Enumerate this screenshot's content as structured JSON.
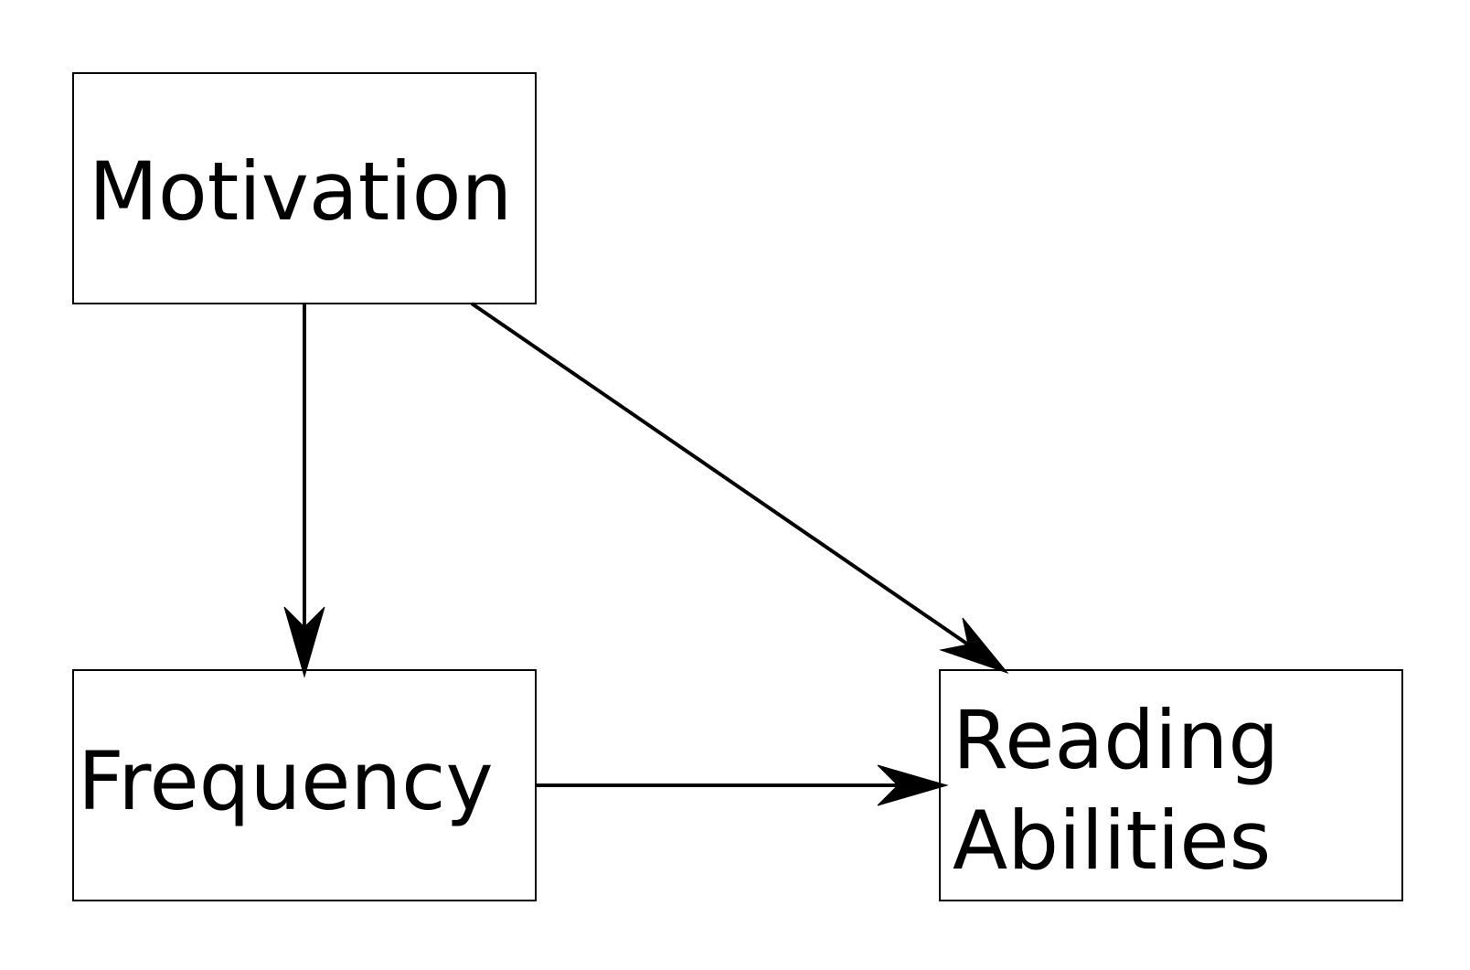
{
  "diagram": {
    "nodes": {
      "motivation": {
        "label": "Motivation"
      },
      "frequency": {
        "label": "Frequency"
      },
      "reading_abilities": {
        "label_lines": [
          "Reading",
          "Abilities"
        ]
      }
    },
    "edges": [
      {
        "from": "Motivation",
        "to": "Frequency"
      },
      {
        "from": "Motivation",
        "to": "Reading Abilities"
      },
      {
        "from": "Frequency",
        "to": "Reading Abilities"
      }
    ]
  }
}
